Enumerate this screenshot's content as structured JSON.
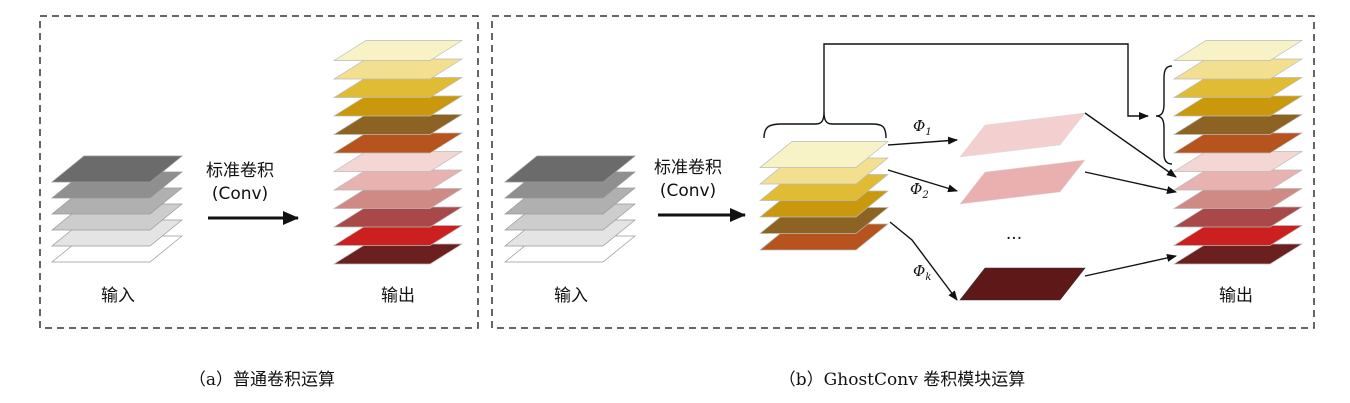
{
  "panel_a": {
    "caption": "（a）普通卷积运算",
    "input_label": "输入",
    "output_label": "输出",
    "op_label_line1": "标准卷积",
    "op_label_line2": "(Conv)",
    "input_layer_colors": [
      "#ffffff",
      "#e4e4e4",
      "#cdcdcd",
      "#b0b0b0",
      "#8f8f8f",
      "#6b6b6b"
    ],
    "output_layer_colors": [
      "#6b1f1f",
      "#cc2020",
      "#a84848",
      "#d08a86",
      "#e8b2b0",
      "#f4d6d4",
      "#b7531c",
      "#8c6322",
      "#c9980c",
      "#e0bc35",
      "#f2e090",
      "#f7f3c7"
    ]
  },
  "panel_b": {
    "caption": "（b）GhostConv 卷积模块运算",
    "input_label": "输入",
    "output_label": "输出",
    "op_label_line1": "标准卷积",
    "op_label_line2": "(Conv)",
    "phi_symbol": "Φ",
    "phi_subscripts": [
      "1",
      "2",
      "k"
    ],
    "ellipsis": "···",
    "input_layer_colors": [
      "#ffffff",
      "#e4e4e4",
      "#cdcdcd",
      "#b0b0b0",
      "#8f8f8f",
      "#6b6b6b"
    ],
    "intrinsic_layer_colors": [
      "#b7531c",
      "#8c6322",
      "#c9980c",
      "#e0bc35",
      "#f2e090",
      "#f7f3c7"
    ],
    "ghost_map_colors": [
      "#f4cfcf",
      "#eab0b0",
      "#5e1818"
    ],
    "output_layer_colors": [
      "#6b1f1f",
      "#cc2020",
      "#a84848",
      "#d08a86",
      "#e8b2b0",
      "#f4d6d4",
      "#b7531c",
      "#8c6322",
      "#c9980c",
      "#e0bc35",
      "#f2e090",
      "#f7f3c7"
    ]
  }
}
